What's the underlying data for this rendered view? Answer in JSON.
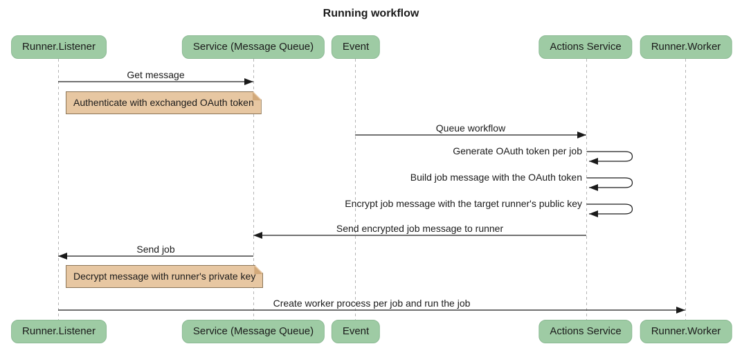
{
  "title": "Running workflow",
  "actors": [
    {
      "label": "Runner.Listener"
    },
    {
      "label": "Service (Message Queue)"
    },
    {
      "label": "Event"
    },
    {
      "label": "Actions Service"
    },
    {
      "label": "Runner.Worker"
    }
  ],
  "messages": {
    "get_message": "Get message",
    "queue_workflow": "Queue workflow",
    "generate_oauth": "Generate OAuth token per job",
    "build_job_message": "Build job message with the OAuth token",
    "encrypt_job_message": "Encrypt job message with the target runner's public key",
    "send_encrypted": "Send encrypted job message to runner",
    "send_job": "Send job",
    "create_worker": "Create worker process per job and run the job"
  },
  "notes": {
    "authenticate": "Authenticate with exchanged OAuth token",
    "decrypt": "Decrypt message with runner's private key"
  },
  "colors": {
    "actor_fill": "#9ecba4",
    "actor_border": "#8cba94",
    "note_fill": "#e7c7a2",
    "note_border": "#8a7456",
    "note_fold": "#d2a97a",
    "lifeline": "#b4b4b4",
    "line": "#1a1a1a"
  }
}
